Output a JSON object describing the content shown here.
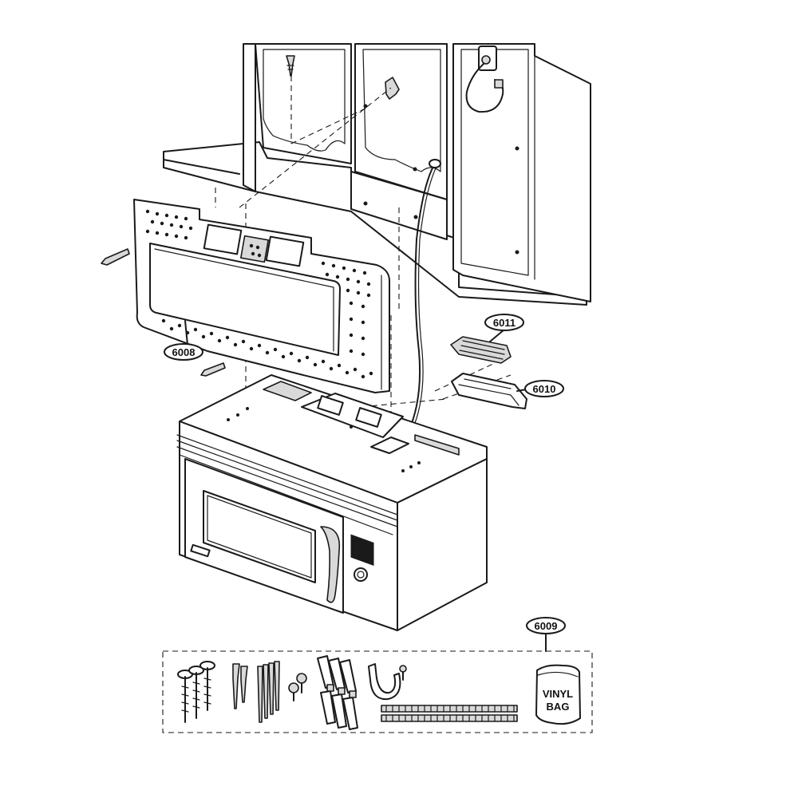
{
  "callouts": {
    "mounting_plate": "6008",
    "hardware_kit": "6009",
    "duct_adapter_upper": "6011",
    "duct_adapter_lower": "6010"
  },
  "vinyl_bag": {
    "line1": "VINYL",
    "line2": "BAG"
  },
  "colors": {
    "ink": "#1a1a1a",
    "shade": "#d9d9d9",
    "background": "#ffffff"
  }
}
